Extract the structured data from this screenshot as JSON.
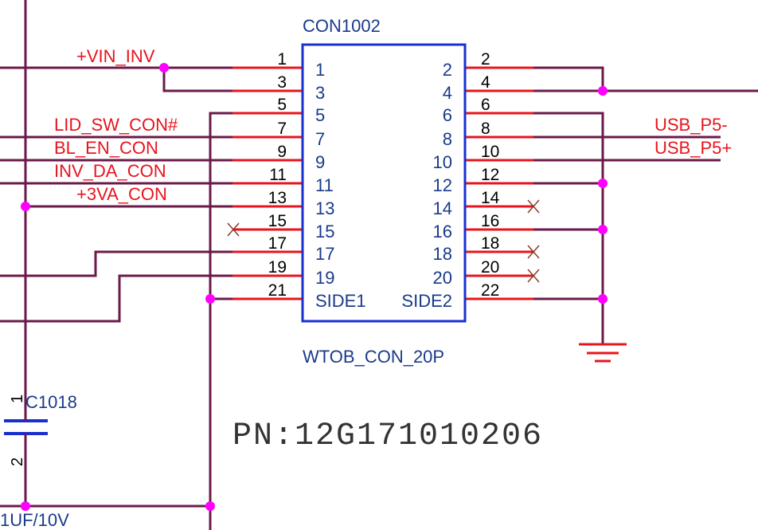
{
  "connector": {
    "refdes": "CON1002",
    "part": "WTOB_CON_20P",
    "left_pins": [
      "1",
      "3",
      "5",
      "7",
      "9",
      "11",
      "13",
      "15",
      "17",
      "19",
      "21"
    ],
    "left_inner": [
      "1",
      "3",
      "5",
      "7",
      "9",
      "11",
      "13",
      "15",
      "17",
      "19",
      "SIDE1"
    ],
    "right_pins": [
      "2",
      "4",
      "6",
      "8",
      "10",
      "12",
      "14",
      "16",
      "18",
      "20",
      "22"
    ],
    "right_inner": [
      "2",
      "4",
      "6",
      "8",
      "10",
      "12",
      "14",
      "16",
      "18",
      "20",
      "SIDE2"
    ]
  },
  "nets": {
    "vin_inv": "+VIN_INV",
    "lid_sw": "LID_SW_CON#",
    "bl_en": "BL_EN_CON",
    "inv_da": "INV_DA_CON",
    "vcc3va": "+3VA_CON",
    "usb_n": "USB_P5-",
    "usb_p": "USB_P5+"
  },
  "capacitor": {
    "refdes": "C1018",
    "pin1": "1",
    "pin2": "2",
    "value": "1UF/10V"
  },
  "part_number": "PN:12G171010206",
  "colors": {
    "wire": "#6b1a4a",
    "pin": "#e8141d",
    "box": "#1a2fd0",
    "junction": "#ff00ff"
  }
}
